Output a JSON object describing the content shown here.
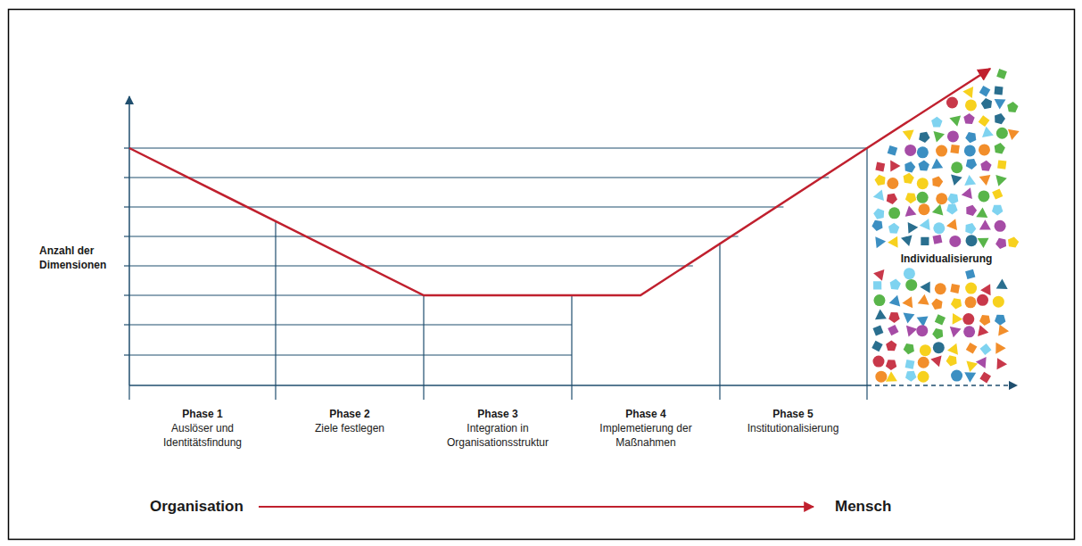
{
  "diagram": {
    "nodes": [
      {
        "text": [
          "Individualisierung"
        ]
      }
    ],
    "labels": [
      "Anzahl der Dimensionen",
      "Phase 1",
      "Auslöser und Identitätsfindung",
      "Phase 2",
      "Ziele festlegen",
      "Phase 3",
      "Integration in Organisationsstruktur",
      "Phase 4",
      "Implemetierung der Maßnahmen",
      "Phase 5",
      "Institutionalisierung",
      "Organisation",
      "Mensch"
    ]
  }
}
